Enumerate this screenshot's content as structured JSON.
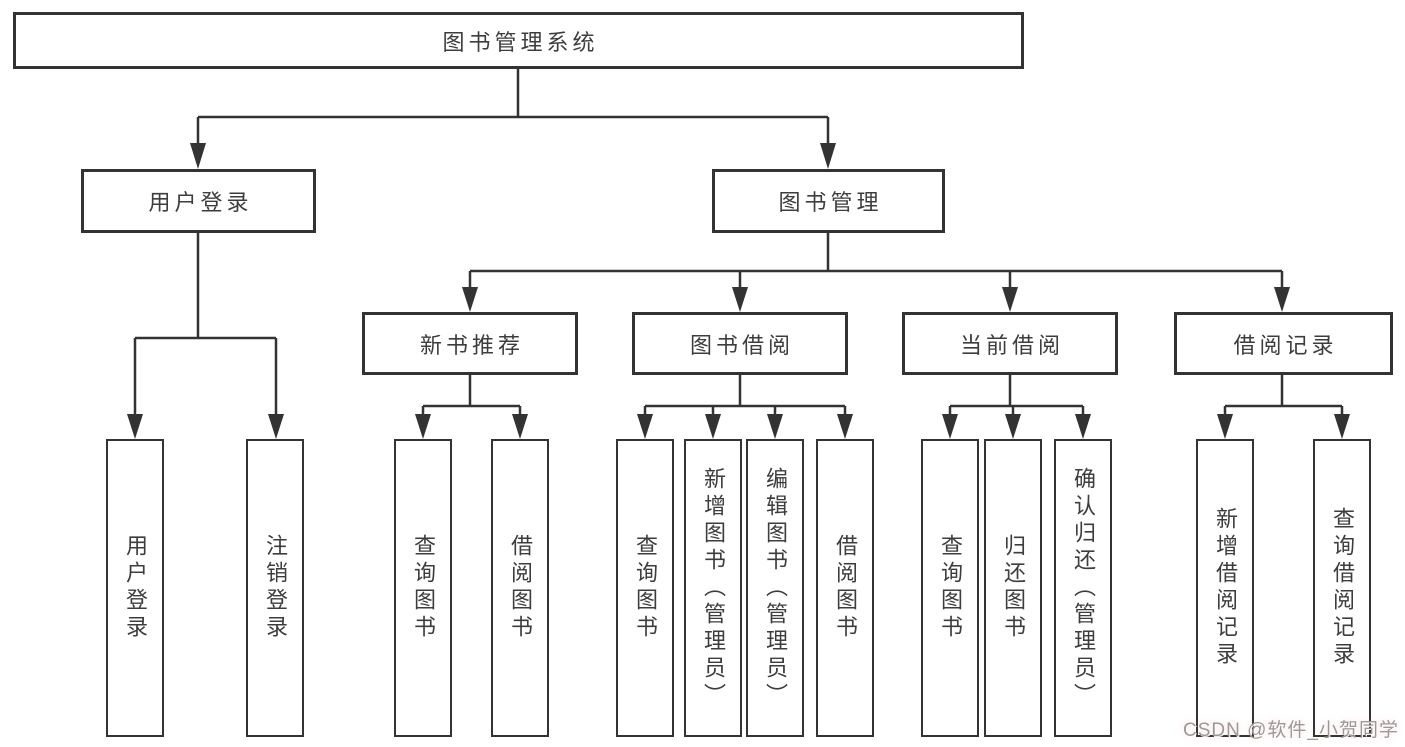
{
  "nodes": {
    "root": "图书管理系统",
    "user_login": "用户登录",
    "book_mgmt": "图书管理",
    "new_book_rec": "新书推荐",
    "book_borrow": "图书借阅",
    "current_borrow": "当前借阅",
    "borrow_records": "借阅记录",
    "leaves": {
      "user_login": "用户登录",
      "logout": "注销登录",
      "rec_query": "查询图书",
      "rec_borrow": "借阅图书",
      "bb_query": "查询图书",
      "bb_add": "新增图书（管理员）",
      "bb_edit": "编辑图书（管理员）",
      "bb_borrow": "借阅图书",
      "cb_query": "查询图书",
      "cb_return": "归还图书",
      "cb_confirm": "确认归还（管理员）",
      "br_add": "新增借阅记录",
      "br_query": "查询借阅记录"
    }
  },
  "colors": {
    "line": "#333333",
    "box_border": "#333333",
    "text": "#3d3d3d",
    "watermark": "#999999",
    "background": "#ffffff"
  },
  "watermark": {
    "text": "CSDN @软件_小贺同学"
  }
}
